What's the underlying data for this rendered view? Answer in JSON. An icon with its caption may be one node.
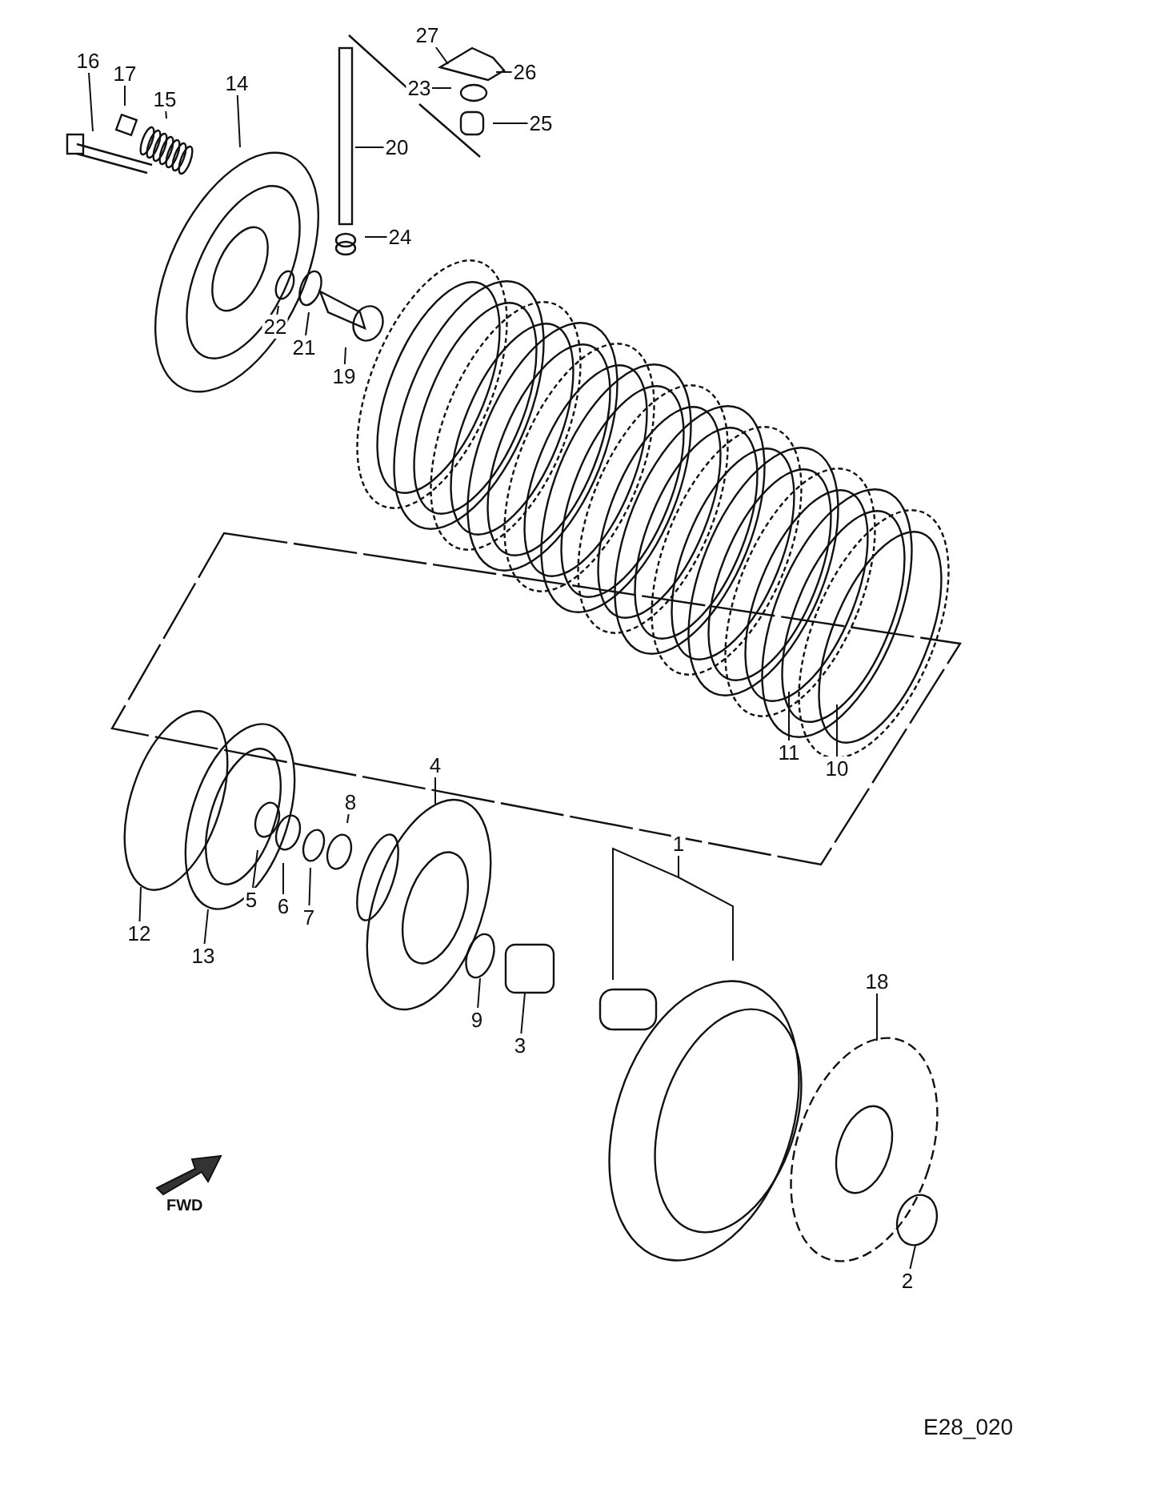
{
  "diagram": {
    "nodes": [
      {
        "text": [
          "16"
        ]
      },
      {
        "text": [
          "17"
        ]
      },
      {
        "text": [
          "15"
        ]
      },
      {
        "text": [
          "14"
        ]
      },
      {
        "text": [
          "27"
        ]
      },
      {
        "text": [
          "26"
        ]
      },
      {
        "text": [
          "23"
        ]
      },
      {
        "text": [
          "25"
        ]
      },
      {
        "text": [
          "20"
        ]
      },
      {
        "text": [
          "24"
        ]
      },
      {
        "text": [
          "22"
        ]
      },
      {
        "text": [
          "21"
        ]
      },
      {
        "text": [
          "19"
        ]
      },
      {
        "text": [
          "11"
        ]
      },
      {
        "text": [
          "10"
        ]
      },
      {
        "text": [
          "1"
        ]
      },
      {
        "text": [
          "4"
        ]
      },
      {
        "text": [
          "8"
        ]
      },
      {
        "text": [
          "5"
        ]
      },
      {
        "text": [
          "6"
        ]
      },
      {
        "text": [
          "7"
        ]
      },
      {
        "text": [
          "12"
        ]
      },
      {
        "text": [
          "13"
        ]
      },
      {
        "text": [
          "9"
        ]
      },
      {
        "text": [
          "3"
        ]
      },
      {
        "text": [
          "18"
        ]
      },
      {
        "text": [
          "2"
        ]
      }
    ],
    "edges": [
      {
        "from": 0,
        "to": null,
        "arrow": "none"
      },
      {
        "from": 1,
        "to": null,
        "arrow": "none"
      },
      {
        "from": 2,
        "to": null,
        "arrow": "none"
      },
      {
        "from": 3,
        "to": null,
        "arrow": "none"
      },
      {
        "from": 4,
        "to": null,
        "arrow": "none"
      },
      {
        "from": 5,
        "to": null,
        "arrow": "none"
      },
      {
        "from": 6,
        "to": null,
        "arrow": "none"
      },
      {
        "from": 7,
        "to": null,
        "arrow": "none"
      },
      {
        "from": 8,
        "to": null,
        "arrow": "none"
      },
      {
        "from": 9,
        "to": null,
        "arrow": "none"
      },
      {
        "from": 10,
        "to": null,
        "arrow": "none"
      },
      {
        "from": 11,
        "to": null,
        "arrow": "none"
      },
      {
        "from": 12,
        "to": null,
        "arrow": "none"
      },
      {
        "from": 13,
        "to": null,
        "arrow": "none"
      },
      {
        "from": 14,
        "to": null,
        "arrow": "none"
      },
      {
        "from": 15,
        "to": null,
        "arrow": "none"
      },
      {
        "from": 16,
        "to": null,
        "arrow": "none"
      },
      {
        "from": 17,
        "to": null,
        "arrow": "none"
      },
      {
        "from": 18,
        "to": null,
        "arrow": "none"
      },
      {
        "from": 19,
        "to": null,
        "arrow": "none"
      },
      {
        "from": 20,
        "to": null,
        "arrow": "none"
      },
      {
        "from": 21,
        "to": null,
        "arrow": "none"
      },
      {
        "from": 22,
        "to": null,
        "arrow": "none"
      },
      {
        "from": 23,
        "to": null,
        "arrow": "none"
      },
      {
        "from": 24,
        "to": null,
        "arrow": "none"
      },
      {
        "from": 25,
        "to": null,
        "arrow": "none"
      },
      {
        "from": 26,
        "to": null,
        "arrow": "none"
      }
    ],
    "labels": [
      "FWD",
      "E28_020"
    ]
  }
}
